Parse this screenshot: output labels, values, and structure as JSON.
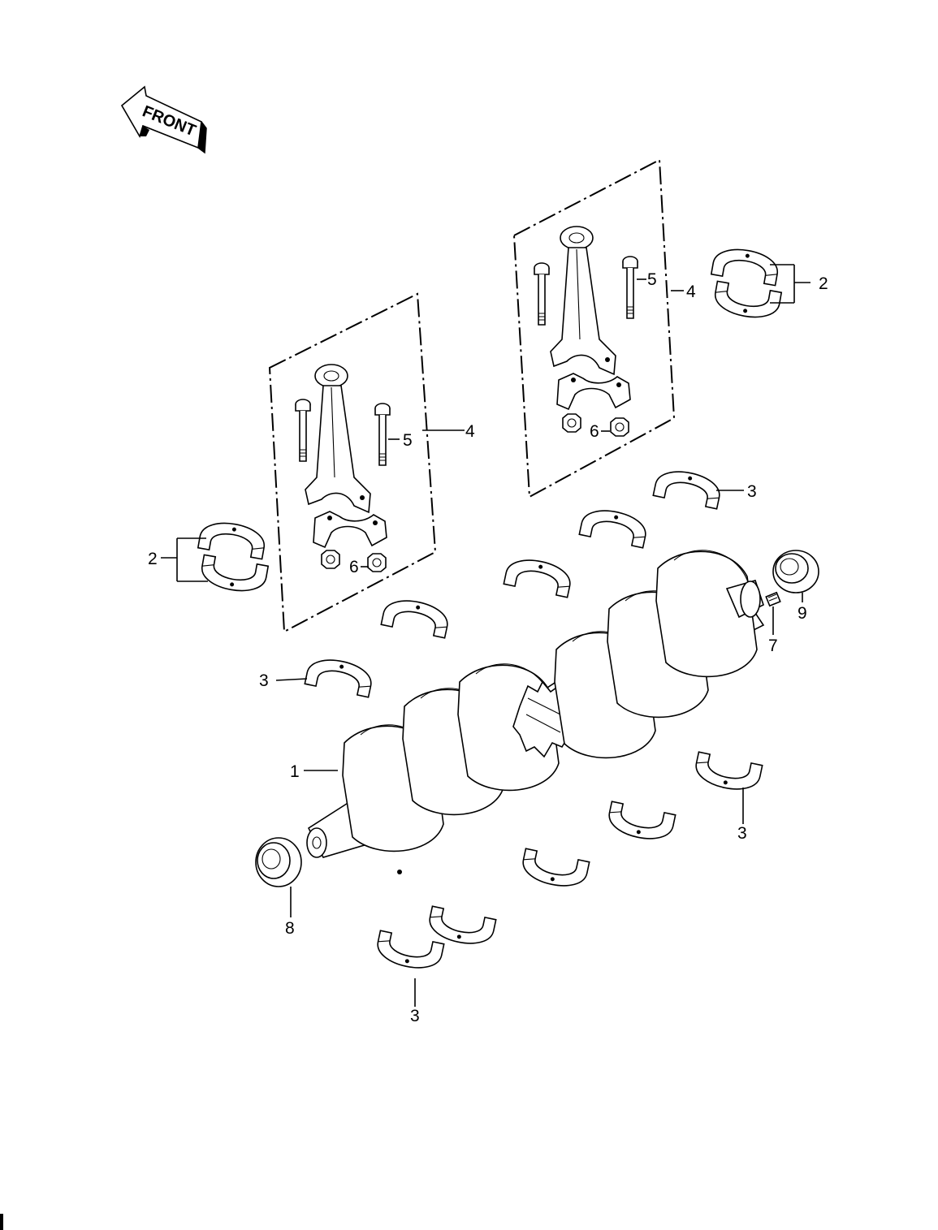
{
  "front_label": "FRONT",
  "callouts": {
    "c1": "1",
    "c2_left": "2",
    "c2_right": "2",
    "c3_upper_left": "3",
    "c3_upper_right": "3",
    "c3_lower_right": "3",
    "c3_lower_left": "3",
    "c4_left": "4",
    "c4_right": "4",
    "c5_left": "5",
    "c5_right": "5",
    "c6_left": "6",
    "c6_right": "6",
    "c7": "7",
    "c8": "8",
    "c9": "9"
  }
}
